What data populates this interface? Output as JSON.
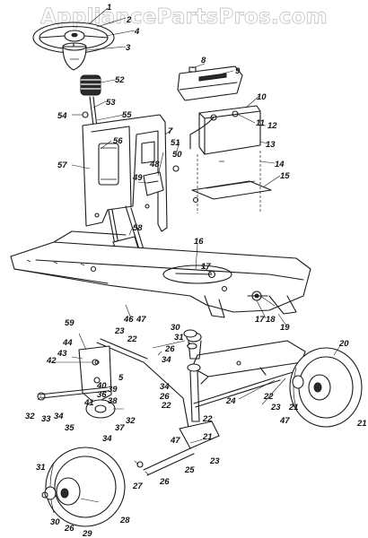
{
  "watermark": "AppliancePartsPros.com",
  "callouts": [
    {
      "id": "c1",
      "text": "1"
    },
    {
      "id": "c2",
      "text": "2"
    },
    {
      "id": "c3",
      "text": "3"
    },
    {
      "id": "c4",
      "text": "4"
    },
    {
      "id": "c52",
      "text": "52"
    },
    {
      "id": "c8",
      "text": "8"
    },
    {
      "id": "c9",
      "text": "9"
    },
    {
      "id": "c10",
      "text": "10"
    },
    {
      "id": "c11",
      "text": "11"
    },
    {
      "id": "c12",
      "text": "12"
    },
    {
      "id": "c13",
      "text": "13"
    },
    {
      "id": "c14",
      "text": "14"
    },
    {
      "id": "c15",
      "text": "15"
    },
    {
      "id": "c53",
      "text": "53"
    },
    {
      "id": "c54",
      "text": "54"
    },
    {
      "id": "c55",
      "text": "55"
    },
    {
      "id": "c56",
      "text": "56"
    },
    {
      "id": "c7",
      "text": "7"
    },
    {
      "id": "c51",
      "text": "51"
    },
    {
      "id": "c57",
      "text": "57"
    },
    {
      "id": "c48",
      "text": "48"
    },
    {
      "id": "c50",
      "text": "50"
    },
    {
      "id": "c49",
      "text": "49"
    },
    {
      "id": "c58",
      "text": "58"
    },
    {
      "id": "c16",
      "text": "16"
    },
    {
      "id": "c17a",
      "text": "17"
    },
    {
      "id": "c46",
      "text": "46"
    },
    {
      "id": "c47a",
      "text": "47"
    },
    {
      "id": "c17b",
      "text": "17"
    },
    {
      "id": "c18",
      "text": "18"
    },
    {
      "id": "c19",
      "text": "19"
    },
    {
      "id": "c59",
      "text": "59"
    },
    {
      "id": "c44",
      "text": "44"
    },
    {
      "id": "c42",
      "text": "42"
    },
    {
      "id": "c43",
      "text": "43"
    },
    {
      "id": "c23a",
      "text": "23"
    },
    {
      "id": "c22a",
      "text": "22"
    },
    {
      "id": "c30a",
      "text": "30"
    },
    {
      "id": "c31a",
      "text": "31"
    },
    {
      "id": "c26a",
      "text": "26"
    },
    {
      "id": "c34a",
      "text": "34"
    },
    {
      "id": "c20",
      "text": "20"
    },
    {
      "id": "c5",
      "text": "5"
    },
    {
      "id": "c40",
      "text": "40"
    },
    {
      "id": "c39",
      "text": "39"
    },
    {
      "id": "c36",
      "text": "36"
    },
    {
      "id": "c38",
      "text": "38"
    },
    {
      "id": "c41",
      "text": "41"
    },
    {
      "id": "c32a",
      "text": "32"
    },
    {
      "id": "c33",
      "text": "33"
    },
    {
      "id": "c34b",
      "text": "34"
    },
    {
      "id": "c35",
      "text": "35"
    },
    {
      "id": "c37",
      "text": "37"
    },
    {
      "id": "c32b",
      "text": "32"
    },
    {
      "id": "c34c",
      "text": "34"
    },
    {
      "id": "c26b",
      "text": "26"
    },
    {
      "id": "c22b",
      "text": "22"
    },
    {
      "id": "c24",
      "text": "24"
    },
    {
      "id": "c22c",
      "text": "22"
    },
    {
      "id": "c23b",
      "text": "23"
    },
    {
      "id": "c21a",
      "text": "21"
    },
    {
      "id": "c47b",
      "text": "47"
    },
    {
      "id": "c21b",
      "text": "21"
    },
    {
      "id": "c22d",
      "text": "22"
    },
    {
      "id": "c47c",
      "text": "47"
    },
    {
      "id": "c21c",
      "text": "21"
    },
    {
      "id": "c23c",
      "text": "23"
    },
    {
      "id": "c25",
      "text": "25"
    },
    {
      "id": "c27",
      "text": "27"
    },
    {
      "id": "c26c",
      "text": "26"
    },
    {
      "id": "c31b",
      "text": "31"
    },
    {
      "id": "c28",
      "text": "28"
    },
    {
      "id": "c30b",
      "text": "30"
    },
    {
      "id": "c26d",
      "text": "26"
    },
    {
      "id": "c29",
      "text": "29"
    },
    {
      "id": "c34d",
      "text": "34"
    }
  ]
}
